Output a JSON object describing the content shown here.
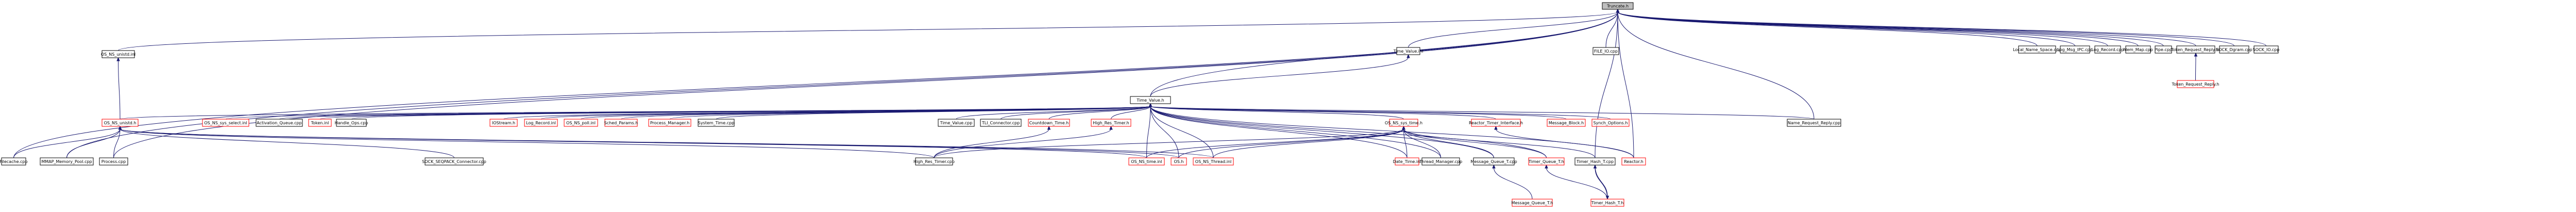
{
  "diagram": {
    "type": "include-dependency-graph",
    "colors": {
      "edge": "#191970",
      "complete_node_border": "#000000",
      "truncated_node_border": "#ff0000",
      "root_fill": "#bfbfbf"
    },
    "nodes": [
      {
        "id": "Truncate_h",
        "label": "Truncate.h",
        "kind": "root"
      },
      {
        "id": "OS_NS_unistd_inl",
        "label": "OS_NS_unistd.inl",
        "kind": "black"
      },
      {
        "id": "Time_Value_inl",
        "label": "Time_Value.inl",
        "kind": "black"
      },
      {
        "id": "FILE_IO_cpp",
        "label": "FILE_IO.cpp",
        "kind": "black"
      },
      {
        "id": "Local_Name_Space_cpp",
        "label": "Local_Name_Space.cpp",
        "kind": "black"
      },
      {
        "id": "Log_Msg_IPC_cpp",
        "label": "Log_Msg_IPC.cpp",
        "kind": "black"
      },
      {
        "id": "Log_Record_cpp",
        "label": "Log_Record.cpp",
        "kind": "black"
      },
      {
        "id": "Mem_Map_cpp",
        "label": "Mem_Map.cpp",
        "kind": "black"
      },
      {
        "id": "Pipe_cpp",
        "label": "Pipe.cpp",
        "kind": "black"
      },
      {
        "id": "Token_Request_Reply_inl",
        "label": "Token_Request_Reply.inl",
        "kind": "black"
      },
      {
        "id": "SOCK_Dgram_cpp",
        "label": "SOCK_Dgram.cpp",
        "kind": "black"
      },
      {
        "id": "SOCK_IO_cpp",
        "label": "SOCK_IO.cpp",
        "kind": "black"
      },
      {
        "id": "Token_Request_Reply_h",
        "label": "Token_Request_Reply.h",
        "kind": "red"
      },
      {
        "id": "Time_Value_h",
        "label": "Time_Value.h",
        "kind": "black"
      },
      {
        "id": "OS_NS_unistd_h",
        "label": "OS_NS_unistd.h",
        "kind": "red"
      },
      {
        "id": "OS_NS_sys_select_inl",
        "label": "OS_NS_sys_select.inl",
        "kind": "red"
      },
      {
        "id": "Activation_Queue_cpp",
        "label": "Activation_Queue.cpp",
        "kind": "black"
      },
      {
        "id": "Token_inl",
        "label": "Token.inl",
        "kind": "red"
      },
      {
        "id": "Handle_Ops_cpp",
        "label": "Handle_Ops.cpp",
        "kind": "black"
      },
      {
        "id": "IOStream_h",
        "label": "IOStream.h",
        "kind": "red"
      },
      {
        "id": "Log_Record_inl",
        "label": "Log_Record.inl",
        "kind": "red"
      },
      {
        "id": "OS_NS_poll_inl",
        "label": "OS_NS_poll.inl",
        "kind": "red"
      },
      {
        "id": "Sched_Params_h",
        "label": "Sched_Params.h",
        "kind": "red"
      },
      {
        "id": "Process_Manager_h",
        "label": "Process_Manager.h",
        "kind": "red"
      },
      {
        "id": "System_Time_cpp",
        "label": "System_Time.cpp",
        "kind": "black"
      },
      {
        "id": "Time_Value_cpp",
        "label": "Time_Value.cpp",
        "kind": "black"
      },
      {
        "id": "TLI_Connector_cpp",
        "label": "TLI_Connector.cpp",
        "kind": "black"
      },
      {
        "id": "Countdown_Time_h",
        "label": "Countdown_Time.h",
        "kind": "red"
      },
      {
        "id": "High_Res_Timer_h",
        "label": "High_Res_Timer.h",
        "kind": "red"
      },
      {
        "id": "OS_NS_sys_time_h",
        "label": "OS_NS_sys_time.h",
        "kind": "red"
      },
      {
        "id": "Reactor_Timer_Interface_h",
        "label": "Reactor_Timer_Interface.h",
        "kind": "red"
      },
      {
        "id": "Message_Block_h",
        "label": "Message_Block.h",
        "kind": "red"
      },
      {
        "id": "Synch_Options_h",
        "label": "Synch_Options.h",
        "kind": "red"
      },
      {
        "id": "Name_Request_Reply_cpp",
        "label": "Name_Request_Reply.cpp",
        "kind": "black"
      },
      {
        "id": "Filecache_cpp",
        "label": "Filecache.cpp",
        "kind": "black"
      },
      {
        "id": "MMAP_Memory_Pool_cpp",
        "label": "MMAP_Memory_Pool.cpp",
        "kind": "black"
      },
      {
        "id": "Process_cpp",
        "label": "Process.cpp",
        "kind": "black"
      },
      {
        "id": "SOCK_SEQPACK_Connector_cpp",
        "label": "SOCK_SEQPACK_Connector.cpp",
        "kind": "black"
      },
      {
        "id": "High_Res_Timer_cpp",
        "label": "High_Res_Timer.cpp",
        "kind": "black"
      },
      {
        "id": "OS_NS_time_inl",
        "label": "OS_NS_time.inl",
        "kind": "red"
      },
      {
        "id": "OS_h",
        "label": "OS.h",
        "kind": "red"
      },
      {
        "id": "OS_NS_Thread_inl",
        "label": "OS_NS_Thread.inl",
        "kind": "red"
      },
      {
        "id": "Date_Time_inl",
        "label": "Date_Time.inl",
        "kind": "red"
      },
      {
        "id": "Thread_Manager_cpp",
        "label": "Thread_Manager.cpp",
        "kind": "black"
      },
      {
        "id": "Message_Queue_T_cpp",
        "label": "Message_Queue_T.cpp",
        "kind": "black"
      },
      {
        "id": "Timer_Queue_T_h",
        "label": "Timer_Queue_T.h",
        "kind": "red"
      },
      {
        "id": "Timer_Hash_T_cpp",
        "label": "Timer_Hash_T.cpp",
        "kind": "black"
      },
      {
        "id": "Reactor_h",
        "label": "Reactor.h",
        "kind": "red"
      },
      {
        "id": "Message_Queue_T_h",
        "label": "Message_Queue_T.h",
        "kind": "red"
      },
      {
        "id": "Timer_Hash_T_h",
        "label": "Timer_Hash_T.h",
        "kind": "red"
      }
    ],
    "edges": [
      [
        "OS_NS_unistd_inl",
        "Truncate_h"
      ],
      [
        "Time_Value_inl",
        "Truncate_h"
      ],
      [
        "Time_Value_h",
        "Truncate_h"
      ],
      [
        "FILE_IO_cpp",
        "Truncate_h"
      ],
      [
        "Local_Name_Space_cpp",
        "Truncate_h"
      ],
      [
        "Log_Msg_IPC_cpp",
        "Truncate_h"
      ],
      [
        "Log_Record_cpp",
        "Truncate_h"
      ],
      [
        "Mem_Map_cpp",
        "Truncate_h"
      ],
      [
        "Pipe_cpp",
        "Truncate_h"
      ],
      [
        "Token_Request_Reply_inl",
        "Truncate_h"
      ],
      [
        "SOCK_Dgram_cpp",
        "Truncate_h"
      ],
      [
        "SOCK_IO_cpp",
        "Truncate_h"
      ],
      [
        "Filecache_cpp",
        "Truncate_h"
      ],
      [
        "MMAP_Memory_Pool_cpp",
        "Truncate_h"
      ],
      [
        "Process_cpp",
        "Truncate_h"
      ],
      [
        "Name_Request_Reply_cpp",
        "Truncate_h"
      ],
      [
        "Timer_Hash_T_cpp",
        "Truncate_h"
      ],
      [
        "Reactor_h",
        "Truncate_h"
      ],
      [
        "Token_Request_Reply_h",
        "Token_Request_Reply_inl"
      ],
      [
        "OS_NS_unistd_h",
        "OS_NS_unistd_inl"
      ],
      [
        "Time_Value_h",
        "Time_Value_inl"
      ],
      [
        "OS_NS_unistd_h",
        "Time_Value_h"
      ],
      [
        "OS_NS_sys_select_inl",
        "Time_Value_h"
      ],
      [
        "Activation_Queue_cpp",
        "Time_Value_h"
      ],
      [
        "Token_inl",
        "Time_Value_h"
      ],
      [
        "Handle_Ops_cpp",
        "Time_Value_h"
      ],
      [
        "IOStream_h",
        "Time_Value_h"
      ],
      [
        "Log_Record_inl",
        "Time_Value_h"
      ],
      [
        "OS_NS_poll_inl",
        "Time_Value_h"
      ],
      [
        "Sched_Params_h",
        "Time_Value_h"
      ],
      [
        "Process_Manager_h",
        "Time_Value_h"
      ],
      [
        "System_Time_cpp",
        "Time_Value_h"
      ],
      [
        "Time_Value_cpp",
        "Time_Value_h"
      ],
      [
        "TLI_Connector_cpp",
        "Time_Value_h"
      ],
      [
        "Countdown_Time_h",
        "Time_Value_h"
      ],
      [
        "High_Res_Timer_h",
        "Time_Value_h"
      ],
      [
        "OS_NS_sys_time_h",
        "Time_Value_h"
      ],
      [
        "Reactor_Timer_Interface_h",
        "Time_Value_h"
      ],
      [
        "Message_Block_h",
        "Time_Value_h"
      ],
      [
        "Synch_Options_h",
        "Time_Value_h"
      ],
      [
        "Name_Request_Reply_cpp",
        "Time_Value_h"
      ],
      [
        "OS_NS_time_inl",
        "Time_Value_h"
      ],
      [
        "OS_h",
        "Time_Value_h"
      ],
      [
        "OS_NS_Thread_inl",
        "Time_Value_h"
      ],
      [
        "Thread_Manager_cpp",
        "Time_Value_h"
      ],
      [
        "Date_Time_inl",
        "Time_Value_h"
      ],
      [
        "Message_Queue_T_cpp",
        "Time_Value_h"
      ],
      [
        "Timer_Queue_T_h",
        "Time_Value_h"
      ],
      [
        "Reactor_h",
        "Time_Value_h"
      ],
      [
        "Filecache_cpp",
        "OS_NS_unistd_h"
      ],
      [
        "MMAP_Memory_Pool_cpp",
        "OS_NS_unistd_h"
      ],
      [
        "Process_cpp",
        "OS_NS_unistd_h"
      ],
      [
        "SOCK_SEQPACK_Connector_cpp",
        "OS_NS_unistd_h"
      ],
      [
        "High_Res_Timer_cpp",
        "OS_NS_unistd_h"
      ],
      [
        "OS_NS_time_inl",
        "OS_NS_unistd_h"
      ],
      [
        "OS_h",
        "OS_NS_unistd_h"
      ],
      [
        "OS_NS_Thread_inl",
        "OS_NS_unistd_h"
      ],
      [
        "High_Res_Timer_cpp",
        "Countdown_Time_h"
      ],
      [
        "High_Res_Timer_cpp",
        "High_Res_Timer_h"
      ],
      [
        "High_Res_Timer_cpp",
        "OS_NS_sys_time_h"
      ],
      [
        "OS_NS_time_inl",
        "OS_NS_sys_time_h"
      ],
      [
        "OS_h",
        "OS_NS_sys_time_h"
      ],
      [
        "OS_NS_Thread_inl",
        "OS_NS_sys_time_h"
      ],
      [
        "Date_Time_inl",
        "OS_NS_sys_time_h"
      ],
      [
        "Thread_Manager_cpp",
        "OS_NS_sys_time_h"
      ],
      [
        "Message_Queue_T_cpp",
        "OS_NS_sys_time_h"
      ],
      [
        "Timer_Queue_T_h",
        "OS_NS_sys_time_h"
      ],
      [
        "Timer_Hash_T_cpp",
        "OS_NS_sys_time_h"
      ],
      [
        "Reactor_h",
        "Reactor_Timer_Interface_h"
      ],
      [
        "Message_Queue_T_h",
        "Message_Queue_T_cpp"
      ],
      [
        "Timer_Hash_T_h",
        "Timer_Queue_T_h"
      ],
      [
        "Timer_Hash_T_h",
        "Timer_Hash_T_cpp"
      ],
      [
        "Timer_Hash_T_cpp",
        "Timer_Hash_T_h"
      ]
    ]
  }
}
